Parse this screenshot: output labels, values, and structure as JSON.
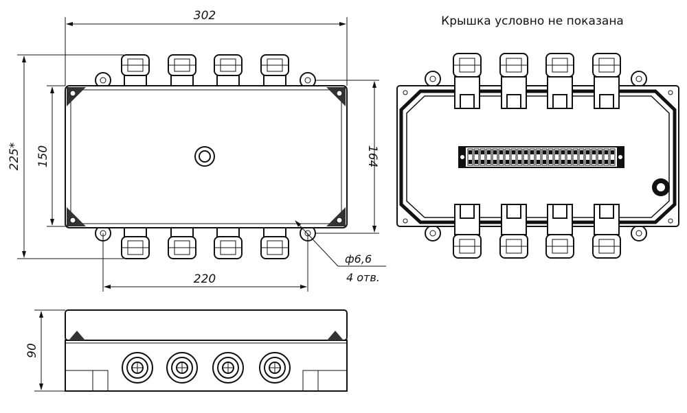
{
  "note": "Крышка условно не показана",
  "dimensions": {
    "top_width": "302",
    "hole_spacing": "220",
    "overall_height": "225*",
    "body_height": "150",
    "right_height": "164",
    "side_height": "90",
    "hole_diameter": "ф6,6",
    "hole_count": "4 отв."
  },
  "gland_count_per_side": 4,
  "terminal_count": 24
}
